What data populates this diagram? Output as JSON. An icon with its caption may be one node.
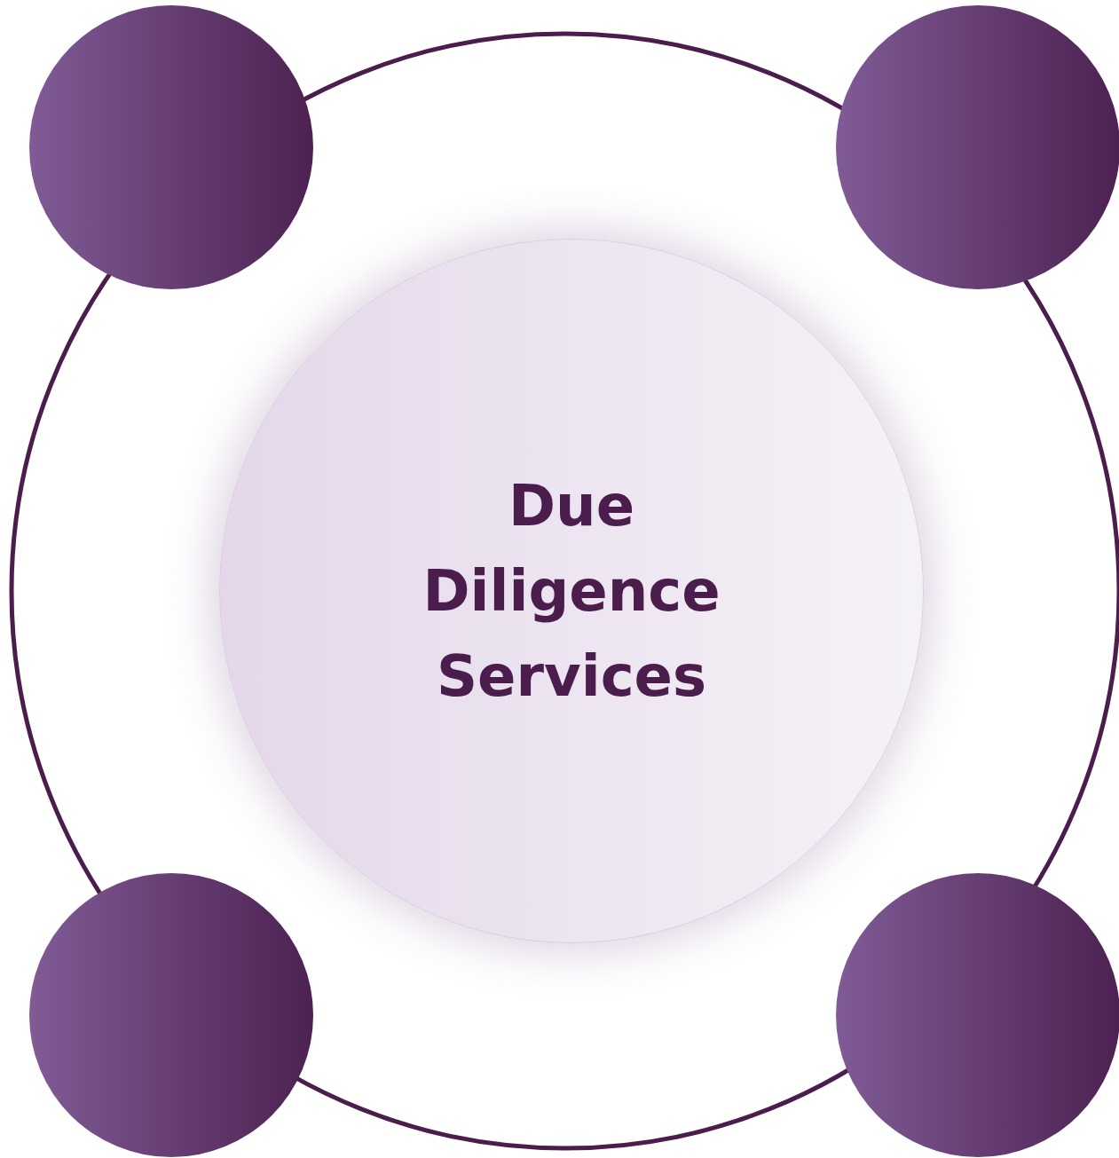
{
  "diagram": {
    "nodes": [
      {
        "text": [
          "Due Diligence Services"
        ]
      },
      {
        "text": [],
        "shape": "circle"
      },
      {
        "text": [],
        "shape": "circle"
      },
      {
        "text": [],
        "shape": "circle"
      },
      {
        "text": [],
        "shape": "circle"
      }
    ]
  }
}
